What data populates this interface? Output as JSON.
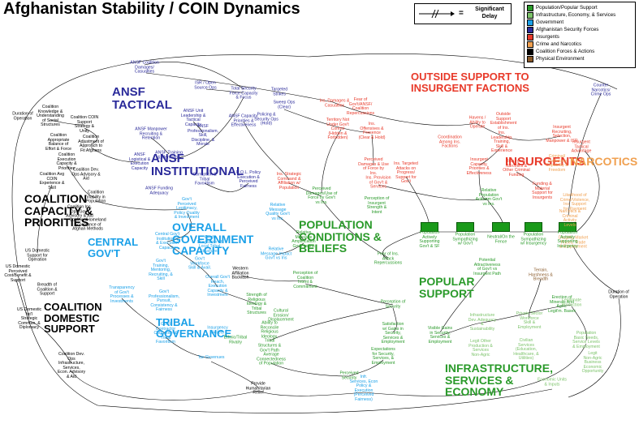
{
  "title": "Afghanistan Stability / COIN Dynamics",
  "delay_legend": {
    "label": "Significant Delay",
    "equals": "="
  },
  "legend": [
    {
      "label": "Population/Popular Support",
      "color": "#2a9a2a"
    },
    {
      "label": "Infrastructure, Economy, & Services",
      "color": "#7cc36a"
    },
    {
      "label": "Government",
      "color": "#1aa0e8"
    },
    {
      "label": "Afghanistan Security Forces",
      "color": "#2a2a9a"
    },
    {
      "label": "Insurgents",
      "color": "#e83a2a"
    },
    {
      "label": "Crime and Narcotics",
      "color": "#f0a050"
    },
    {
      "label": "Coalition Forces & Actions",
      "color": "#000000"
    },
    {
      "label": "Physical Environment",
      "color": "#8a5a2a"
    }
  ],
  "sections": {
    "ansf_tactical": "ANSF TACTICAL",
    "ansf_institutional": "ANSF INSTITUTIONAL",
    "outside_support": "OUTSIDE SUPPORT TO INSURGENT FACTIONS",
    "insurgents": "INSURGENTS",
    "narcotics": "NARCOTICS",
    "coalition_capacity": "COALITION CAPACITY & PRIORITIES",
    "central_govt": "CENTRAL GOV'T",
    "overall_govt": "OVERALL GOVERNMENT CAPACITY",
    "population_conditions": "POPULATION CONDITIONS & BELIEFS",
    "popular_support": "POPULAR SUPPORT",
    "coalition_domestic": "COALITION DOMESTIC SUPPORT",
    "tribal_governance": "TRIBAL GOVERNANCE",
    "infrastructure": "INFRASTRUCTURE, SERVICES & ECONOMY"
  },
  "nodes": [
    {
      "id": "n1",
      "text": "ANSF Coalition Damages/ Casualties",
      "color": "#2a2a9a"
    },
    {
      "id": "n2",
      "text": "ISR / Open Source Ops",
      "color": "#2a2a9a"
    },
    {
      "id": "n3",
      "text": "Total Security Force Capacity & Focus",
      "color": "#2a2a9a"
    },
    {
      "id": "n4",
      "text": "Targeted Strikes",
      "color": "#2a2a9a"
    },
    {
      "id": "n5",
      "text": "Sweep Ops (Clear)",
      "color": "#2a2a9a"
    },
    {
      "id": "n6",
      "text": "Policing & Security Ops (Hold)",
      "color": "#2a2a9a"
    },
    {
      "id": "n7",
      "text": "Ins. Damages & Casualties",
      "color": "#e83a2a"
    },
    {
      "id": "n8",
      "text": "Fear of Gov't/ANSF/ Coalition Repercussions",
      "color": "#e83a2a"
    },
    {
      "id": "n9",
      "text": "Territory Not Under Gov't Control (Hidden & Forbidden)",
      "color": "#e83a2a"
    },
    {
      "id": "n10",
      "text": "Ins. Offensives & Presence (Clear & Hold)",
      "color": "#e83a2a"
    },
    {
      "id": "n11",
      "text": "Havens / Ability to Operate",
      "color": "#e83a2a"
    },
    {
      "id": "n12",
      "text": "Outside Support Establishment of Ins.",
      "color": "#e83a2a"
    },
    {
      "id": "n13",
      "text": "Counter Narcotics/ Crime Ops",
      "color": "#2a2a9a"
    },
    {
      "id": "n14",
      "text": "Coordination Among Ins. Factions",
      "color": "#e83a2a"
    },
    {
      "id": "n15",
      "text": "Ins. Leadership, Training, Skill & Experience",
      "color": "#e83a2a"
    },
    {
      "id": "n16",
      "text": "Insurgent Recruiting, Selection, Manpower & ISR",
      "color": "#e83a2a"
    },
    {
      "id": "n17",
      "text": "Insurgent Tactical Advantage",
      "color": "#e83a2a"
    },
    {
      "id": "n18",
      "text": "Criminal/ Trafficking Capability & Freedom",
      "color": "#f0a050"
    },
    {
      "id": "n19",
      "text": "ANSF Unit Leadership & Tactical Capacity",
      "color": "#2a2a9a"
    },
    {
      "id": "n20",
      "text": "ANSF Capacity, Priorities & Effectiveness",
      "color": "#2a2a9a"
    },
    {
      "id": "n21",
      "text": "ANSF Manpower Recruiting & Retention",
      "color": "#2a2a9a"
    },
    {
      "id": "n22",
      "text": "ANSF Professionalism, Skill, Discipline, & Morale",
      "color": "#2a2a9a"
    },
    {
      "id": "n23",
      "text": "ANSF Training & Mentoring",
      "color": "#2a2a9a"
    },
    {
      "id": "n24",
      "text": "ANSF Logistical & Execution Capacity",
      "color": "#2a2a9a"
    },
    {
      "id": "n25",
      "text": "ANSF Funding Adequacy",
      "color": "#2a2a9a"
    },
    {
      "id": "n26",
      "text": "Corruption & Tribal Favoritism",
      "color": "#2a2a9a"
    },
    {
      "id": "n27",
      "text": "R.O.L. Policy Execution & Perceived Fairness",
      "color": "#2a2a9a"
    },
    {
      "id": "n28",
      "text": "Ins. Strategic Command & Affiliation w/ Population",
      "color": "#e83a2a"
    },
    {
      "id": "n29",
      "text": "Perceived Damages & Use of Force by Ins.",
      "color": "#e83a2a"
    },
    {
      "id": "n30",
      "text": "Ins. Provision of Gov't & Services",
      "color": "#e83a2a"
    },
    {
      "id": "n31",
      "text": "Ins. Targeted Attacks on Progress/ Support for Gov't",
      "color": "#e83a2a"
    },
    {
      "id": "n32",
      "text": "Insurgent Capacity, Priorities & Effectiveness",
      "color": "#e83a2a"
    },
    {
      "id": "n33",
      "text": "Insurgent Narcotics & Other Criminal Funding",
      "color": "#e83a2a"
    },
    {
      "id": "n34",
      "text": "Funding & Material Support for Insurgents",
      "color": "#e83a2a"
    },
    {
      "id": "n35",
      "text": "Likelihood of Crime/Violence, Ins. Support for Payment",
      "color": "#f0a050"
    },
    {
      "id": "n36",
      "text": "Narcotics & Criminal Activity Levels",
      "color": "#f0a050"
    },
    {
      "id": "n37",
      "text": "Drug/Ag Market Prices, Trade & Employment",
      "color": "#f0a050"
    },
    {
      "id": "n38",
      "text": "Coalition Knowledge & Understanding of Social Structures",
      "color": "#000000"
    },
    {
      "id": "n39",
      "text": "Coalition COIN Support Strategy & Unity",
      "color": "#000000"
    },
    {
      "id": "n40",
      "text": "Coalition Adjustment of Approach to Fit Afghans",
      "color": "#000000"
    },
    {
      "id": "n41",
      "text": "Coalition Appropriate Balance of Effort & Force",
      "color": "#000000"
    },
    {
      "id": "n42",
      "text": "Coalition Execution Capacity & Priorities",
      "color": "#000000"
    },
    {
      "id": "n43",
      "text": "Coalition Avg COIN Experience & Skill",
      "color": "#000000"
    },
    {
      "id": "n44",
      "text": "Coalition Dev. Ops Advisory & Aid",
      "color": "#000000"
    },
    {
      "id": "n45",
      "text": "Coalition Viability in Population",
      "color": "#000000"
    },
    {
      "id": "n46",
      "text": "Coalition Ins. Ops Gov't Advisory & Aid",
      "color": "#000000"
    },
    {
      "id": "n47",
      "text": "Coalition/Homeland Acceptance of Afghan Methods",
      "color": "#000000"
    },
    {
      "id": "n48",
      "text": "Duration of Operation",
      "color": "#000000"
    },
    {
      "id": "n49",
      "text": "Perceived Damages/Use of Force by Gov't vs Ins.",
      "color": "#2a9a2a"
    },
    {
      "id": "n50",
      "text": "Perception of Insurgent Strength & Intent",
      "color": "#2a9a2a"
    },
    {
      "id": "n51",
      "text": "Relative Message Quality Gov't vs Ins.",
      "color": "#1aa0e8"
    },
    {
      "id": "n52",
      "text": "Relative Message Amplification Gov't vs Ins",
      "color": "#2a9a2a"
    },
    {
      "id": "n53",
      "text": "Relative Message Impact Gov't vs Ins",
      "color": "#1aa0e8"
    },
    {
      "id": "n54",
      "text": "Gov't Perceived Legitimacy, Policy Quality & Investment",
      "color": "#1aa0e8"
    },
    {
      "id": "n55",
      "text": "Relative Population Activism Gov't vs Ins.",
      "color": "#2a9a2a"
    },
    {
      "id": "n56",
      "text": "Population Actively Supporting Gov't & SF",
      "color": "#2a9a2a"
    },
    {
      "id": "n57",
      "text": "Population Sympathizing w/ Gov't",
      "color": "#2a9a2a"
    },
    {
      "id": "n58",
      "text": "Neutral/On the Fence",
      "color": "#2a9a2a"
    },
    {
      "id": "n59",
      "text": "Population Sympathizing w/ Insurgency",
      "color": "#2a9a2a"
    },
    {
      "id": "n60",
      "text": "Population Actively Supporting Insurgency",
      "color": "#2a9a2a"
    },
    {
      "id": "n61",
      "text": "Fear of Ins. Attack Repercussions",
      "color": "#2a9a2a"
    },
    {
      "id": "n62",
      "text": "Potential Attractiveness of Gov't vs Insurgent Path",
      "color": "#2a9a2a"
    },
    {
      "id": "n63",
      "text": "Terrain, Harshness & Breadth",
      "color": "#8a5a2a"
    },
    {
      "id": "n64",
      "text": "Erection of Minerals And Agric. Legit'm. Bases",
      "color": "#2a9a2a"
    },
    {
      "id": "n65",
      "text": "Perception of Coalition Intent & Commitment",
      "color": "#2a9a2a"
    },
    {
      "id": "n66",
      "text": "Western Affiliation Backlash",
      "color": "#000000"
    },
    {
      "id": "n67",
      "text": "Strength of Religious Ideology & Tribal Structures",
      "color": "#2a9a2a"
    },
    {
      "id": "n68",
      "text": "Cultural Erosion/ Displacement",
      "color": "#2a9a2a"
    },
    {
      "id": "n69",
      "text": "Ability to Reconcile Religious Ideology, Tribal Structures & Gov't Path",
      "color": "#2a9a2a"
    },
    {
      "id": "n70",
      "text": "Ethnic/Tribal Rivalry",
      "color": "#2a9a2a"
    },
    {
      "id": "n71",
      "text": "Perception of Security",
      "color": "#2a9a2a"
    },
    {
      "id": "n72",
      "text": "Satisfaction w/ Gains in Security, Services & Employment",
      "color": "#2a9a2a"
    },
    {
      "id": "n73",
      "text": "Visible Gains in Security, Services & Employment",
      "color": "#2a9a2a"
    },
    {
      "id": "n74",
      "text": "Expectations for Security, Services, & Employment",
      "color": "#2a9a2a"
    },
    {
      "id": "n75",
      "text": "Average Connectedness of Population",
      "color": "#2a9a2a"
    },
    {
      "id": "n76",
      "text": "Perceived Security",
      "color": "#2a9a2a"
    },
    {
      "id": "n77",
      "text": "Infr. Services, Econ Policy & Execution (Perceived Fairness)",
      "color": "#1aa0e8"
    },
    {
      "id": "n78",
      "text": "Infrastructure Dev. Adequacy & Sustainability",
      "color": "#7cc36a"
    },
    {
      "id": "n79",
      "text": "Private Sector Workforce Skill & Employment",
      "color": "#7cc36a"
    },
    {
      "id": "n80",
      "text": "Legitimate Production",
      "color": "#7cc36a"
    },
    {
      "id": "n81",
      "text": "Legit Other Production & Services Non-Agric",
      "color": "#7cc36a"
    },
    {
      "id": "n82",
      "text": "Civilian Services (Education, Healthcare, & Utilities)",
      "color": "#7cc36a"
    },
    {
      "id": "n83",
      "text": "Population Basic Needs, Service Levels & Employment",
      "color": "#7cc36a"
    },
    {
      "id": "n84",
      "text": "Legit Non-Agric Business Economic Opportunity",
      "color": "#7cc36a"
    },
    {
      "id": "n85",
      "text": "Economic Units & Inputs",
      "color": "#7cc36a"
    },
    {
      "id": "n86",
      "text": "Central Gov't Institutional & Execution Capacity",
      "color": "#1aa0e8"
    },
    {
      "id": "n87",
      "text": "Gov't Training, Mentoring, Recruiting, & Skill",
      "color": "#1aa0e8"
    },
    {
      "id": "n88",
      "text": "Gov't Workforce Skill & Avail.",
      "color": "#1aa0e8"
    },
    {
      "id": "n89",
      "text": "Transparency of Gov't Processes & Investments",
      "color": "#1aa0e8"
    },
    {
      "id": "n90",
      "text": "Gov't Professionalism, Pursuit, Consistency & Fairness",
      "color": "#1aa0e8"
    },
    {
      "id": "n91",
      "text": "Overall Gov't Reach, Execution Capacity & Investment",
      "color": "#1aa0e8"
    },
    {
      "id": "n92",
      "text": "Gov't Integration of Local Tribal Structures",
      "color": "#1aa0e8"
    },
    {
      "id": "n93",
      "text": "Gov't Contractor Corruption & Tribal Favoritism",
      "color": "#1aa0e8"
    },
    {
      "id": "n94",
      "text": "Tax Revenues",
      "color": "#1aa0e8"
    },
    {
      "id": "n95",
      "text": "Insurgency Beliefs",
      "color": "#1aa0e8"
    },
    {
      "id": "n96",
      "text": "US Domestic Perceived Cost/Benefit & Support",
      "color": "#000000"
    },
    {
      "id": "n97",
      "text": "US Domestic Support for Operation",
      "color": "#000000"
    },
    {
      "id": "n98",
      "text": "Breadth of Coalition & Support",
      "color": "#000000"
    },
    {
      "id": "n99",
      "text": "US Domestic Int'l Strategic Commun. & Diplomacy",
      "color": "#000000"
    },
    {
      "id": "n100",
      "text": "Coalition Dev. Ops Infrastructure, Services, Econ. Advisory & Aid",
      "color": "#000000"
    },
    {
      "id": "n101",
      "text": "Provide Humanitarian Relief",
      "color": "#000000"
    },
    {
      "id": "n102",
      "text": "Duration of Operation",
      "color": "#000000"
    }
  ]
}
